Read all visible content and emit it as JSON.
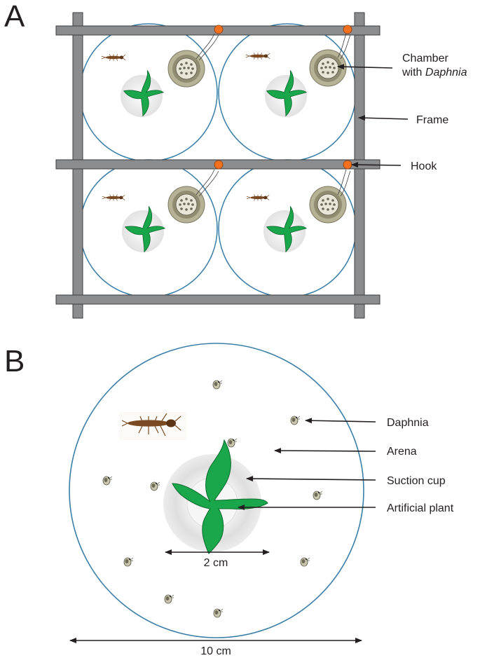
{
  "panel_a": {
    "letter": "A",
    "labels": {
      "chamber_line1": "Chamber",
      "chamber_line2_prefix": "with ",
      "chamber_line2_italic": "Daphnia",
      "frame": "Frame",
      "hook": "Hook"
    }
  },
  "panel_b": {
    "letter": "B",
    "labels": {
      "daphnia": "Daphnia",
      "arena": "Arena",
      "suction_cup": "Suction cup",
      "artificial_plant": "Artificial plant"
    },
    "dimensions": {
      "inner": "2 cm",
      "outer": "10 cm"
    }
  },
  "colors": {
    "frame_bar": "#8a8c8e",
    "frame_stroke": "#3c3c3c",
    "arena_circle": "#3a7fa8",
    "plant": "#1aa64b",
    "hook": "#f37021",
    "chamber_ring": "#a9a58a",
    "larva": "#7a4a23"
  }
}
